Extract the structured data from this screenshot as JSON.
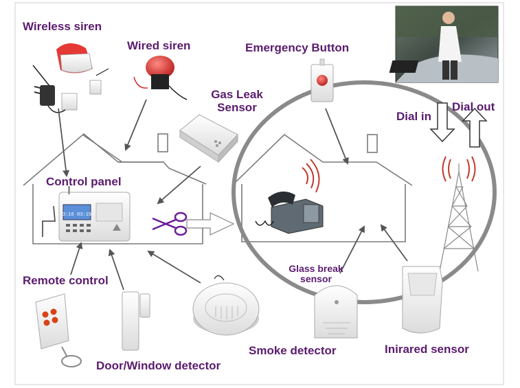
{
  "labels": {
    "wireless_siren": "Wireless siren",
    "wired_siren": "Wired siren",
    "emergency_button": "Emergency Button",
    "gas_leak_line1": "Gas Leak",
    "gas_leak_line2": "Sensor",
    "dial_in": "Dial in",
    "dial_out": "Dial out",
    "control_panel": "Control panel",
    "remote_control": "Remote control",
    "glass_break_line1": "Glass break",
    "glass_break_line2": "sensor",
    "smoke_detector": "Smoke detector",
    "door_window_detector": "Door/Window detector",
    "infrared_sensor": "Inirared sensor"
  },
  "panel_screen": {
    "line1": "3:16 03:15"
  },
  "colors": {
    "label": "#5a1b6e",
    "line": "#777777",
    "arrow": "#555555",
    "scissors": "#6a1b9a",
    "signal": "#c0392b",
    "siren_red": "#d32f2f",
    "screen_blue": "#5b8fd9"
  }
}
